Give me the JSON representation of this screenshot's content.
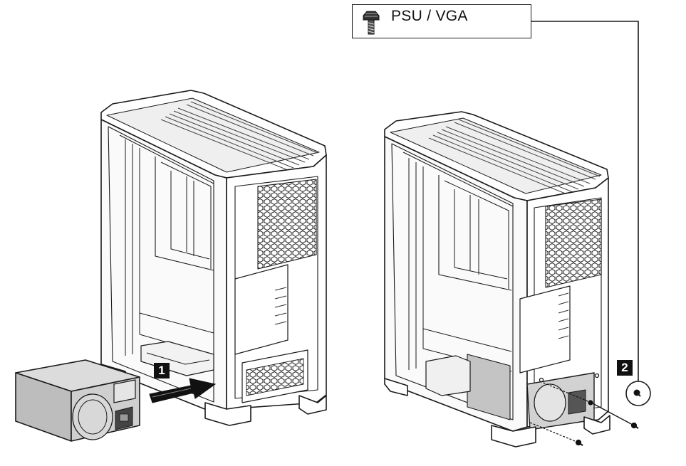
{
  "callout": {
    "label": "PSU / VGA",
    "icon": "screw-icon"
  },
  "steps": [
    {
      "number": "1"
    },
    {
      "number": "2"
    }
  ]
}
